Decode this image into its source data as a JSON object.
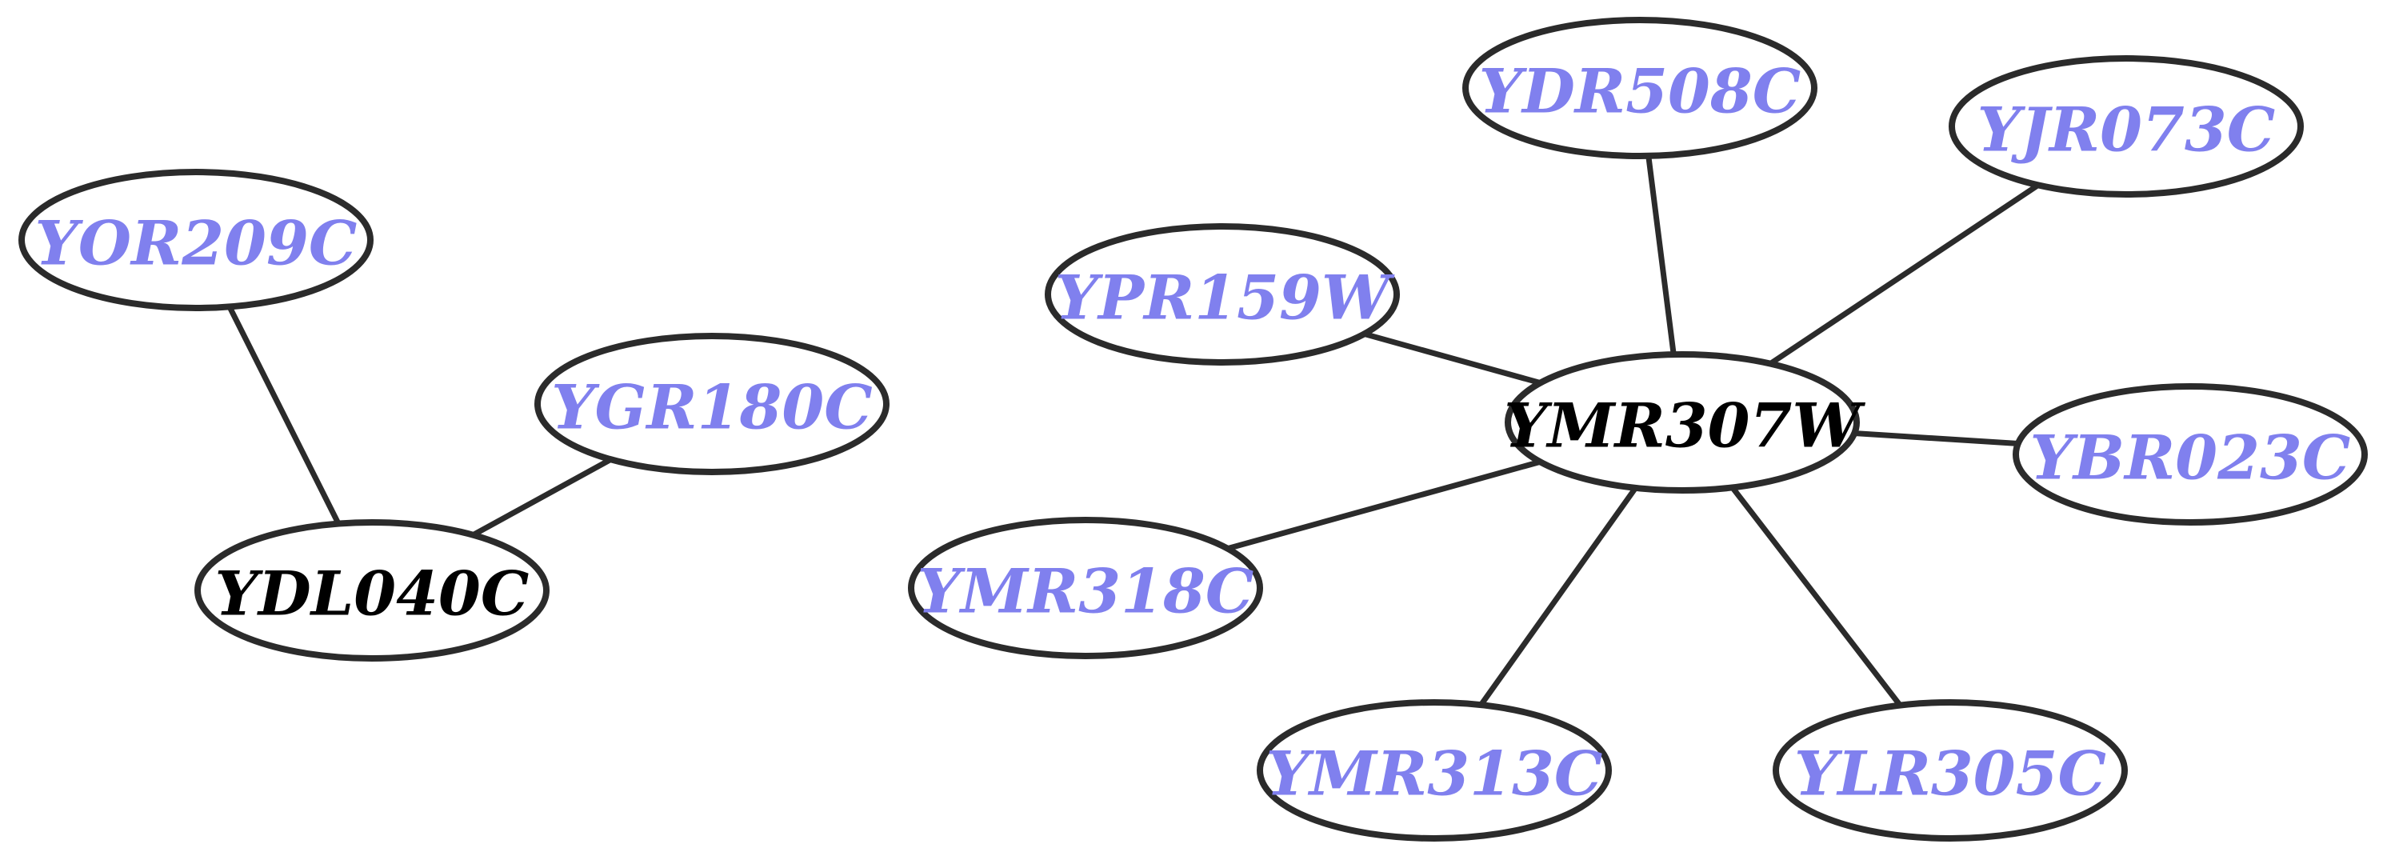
{
  "colors": {
    "hub_label": "#000000",
    "leaf_label": "#8080ee",
    "edge": "#2b2b2b",
    "node_border": "#2b2b2b"
  },
  "nodes": [
    {
      "id": "YOR209C",
      "label": "YOR209C",
      "role": "leaf"
    },
    {
      "id": "YGR180C",
      "label": "YGR180C",
      "role": "leaf"
    },
    {
      "id": "YDL040C",
      "label": "YDL040C",
      "role": "hub"
    },
    {
      "id": "YDR508C",
      "label": "YDR508C",
      "role": "leaf"
    },
    {
      "id": "YJR073C",
      "label": "YJR073C",
      "role": "leaf"
    },
    {
      "id": "YPR159W",
      "label": "YPR159W",
      "role": "leaf"
    },
    {
      "id": "YMR307W",
      "label": "YMR307W",
      "role": "hub"
    },
    {
      "id": "YBR023C",
      "label": "YBR023C",
      "role": "leaf"
    },
    {
      "id": "YMR318C",
      "label": "YMR318C",
      "role": "leaf"
    },
    {
      "id": "YMR313C",
      "label": "YMR313C",
      "role": "leaf"
    },
    {
      "id": "YLR305C",
      "label": "YLR305C",
      "role": "leaf"
    }
  ],
  "edges": [
    {
      "source": "YDL040C",
      "target": "YOR209C"
    },
    {
      "source": "YDL040C",
      "target": "YGR180C"
    },
    {
      "source": "YMR307W",
      "target": "YDR508C"
    },
    {
      "source": "YMR307W",
      "target": "YJR073C"
    },
    {
      "source": "YMR307W",
      "target": "YPR159W"
    },
    {
      "source": "YMR307W",
      "target": "YBR023C"
    },
    {
      "source": "YMR307W",
      "target": "YMR318C"
    },
    {
      "source": "YMR307W",
      "target": "YMR313C"
    },
    {
      "source": "YMR307W",
      "target": "YLR305C"
    }
  ]
}
